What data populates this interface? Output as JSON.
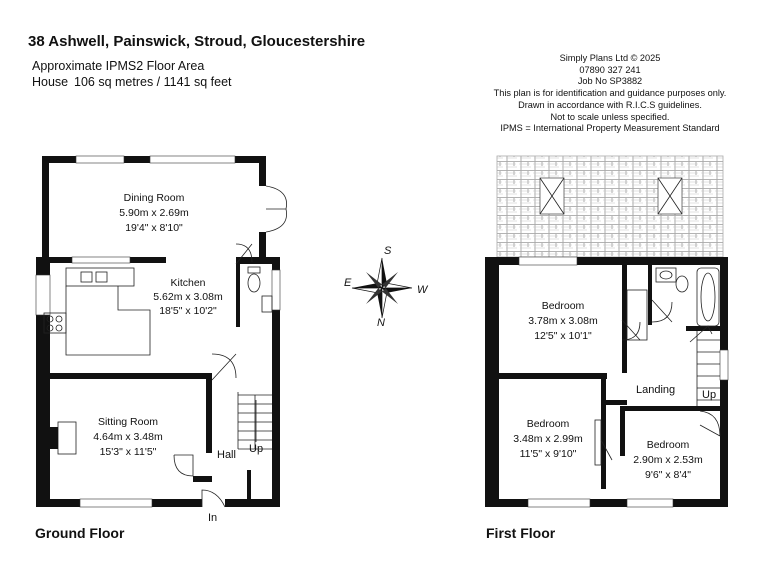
{
  "title": "38 Ashwell, Painswick, Stroud, Gloucestershire",
  "area": {
    "heading": "Approximate IPMS2 Floor Area",
    "label": "House",
    "value": "106 sq metres / 1141 sq feet"
  },
  "notes": [
    "Simply Plans Ltd © 2025",
    "07890 327 241",
    "Job No SP3882",
    "This plan is for identification and guidance purposes only.",
    "Drawn in accordance with R.I.C.S guidelines.",
    "Not to scale unless specified.",
    "IPMS = International Property Measurement Standard"
  ],
  "floors": {
    "ground": {
      "label": "Ground Floor",
      "rooms": [
        {
          "name": "Dining Room",
          "metric": "5.90m x 2.69m",
          "imperial": "19'4\" x 8'10\""
        },
        {
          "name": "Kitchen",
          "metric": "5.62m x 3.08m",
          "imperial": "18'5\" x 10'2\""
        },
        {
          "name": "Sitting Room",
          "metric": "4.64m x 3.48m",
          "imperial": "15'3\" x 11'5\""
        }
      ],
      "labels": {
        "hall": "Hall",
        "up": "Up",
        "entry": "In"
      }
    },
    "first": {
      "label": "First Floor",
      "rooms": [
        {
          "name": "Bedroom",
          "metric": "3.78m x 3.08m",
          "imperial": "12'5\" x 10'1\""
        },
        {
          "name": "Bedroom",
          "metric": "3.48m x 2.99m",
          "imperial": "11'5\" x 9'10\""
        },
        {
          "name": "Bedroom",
          "metric": "2.90m x 2.53m",
          "imperial": "9'6\" x 8'4\""
        }
      ],
      "labels": {
        "landing": "Landing",
        "up": "Up"
      }
    }
  },
  "compass": {
    "n": "N",
    "s": "S",
    "e": "E",
    "w": "W"
  }
}
